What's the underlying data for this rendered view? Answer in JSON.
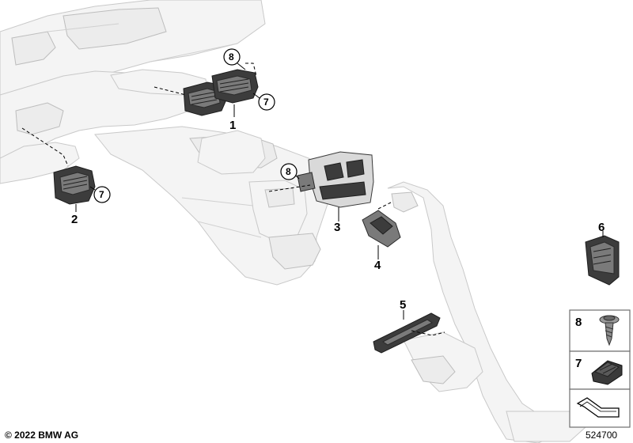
{
  "callouts": {
    "c1": "1",
    "c2": "2",
    "c3": "3",
    "c4": "4",
    "c5": "5",
    "c6": "6",
    "c8a": "8",
    "c7a": "7",
    "c7b": "7",
    "c8b": "8"
  },
  "legend": {
    "screw_label": "8",
    "pad_label": "7"
  },
  "footer": {
    "copyright": "© 2022 BMW AG",
    "diagram_id": "524700"
  },
  "colors": {
    "ghost": "#f4f4f4",
    "part_dark": "#3c3c3c",
    "frame": "#6e6e6e"
  }
}
